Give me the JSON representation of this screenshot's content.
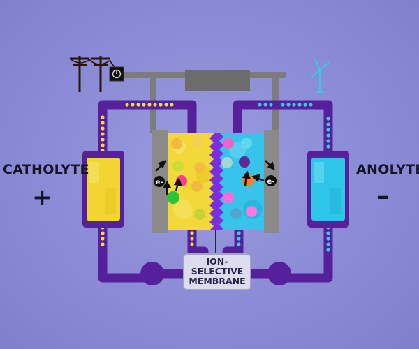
{
  "labels": {
    "catholyte": "CATHOLYTE",
    "anolyte": "ANOLYTE",
    "plus_sign": "+",
    "minus_sign": "–",
    "membrane_line1": "ION-",
    "membrane_line2": "SELECTIVE",
    "membrane_line3": "MEMBRANE",
    "electron": "e-"
  },
  "icons": {
    "power_grid": "power-pole-icon",
    "switch": "power-switch-icon",
    "wind_turbine": "wind-turbine-icon"
  },
  "colors": {
    "background": "#8b8bd6",
    "tube": "#55209a",
    "catholyte": "#f2d533",
    "anolyte": "#2ec6e8",
    "membrane": "#7b2ee0",
    "electrode": "#8a8a8a",
    "wire": "#7c7c7c"
  }
}
